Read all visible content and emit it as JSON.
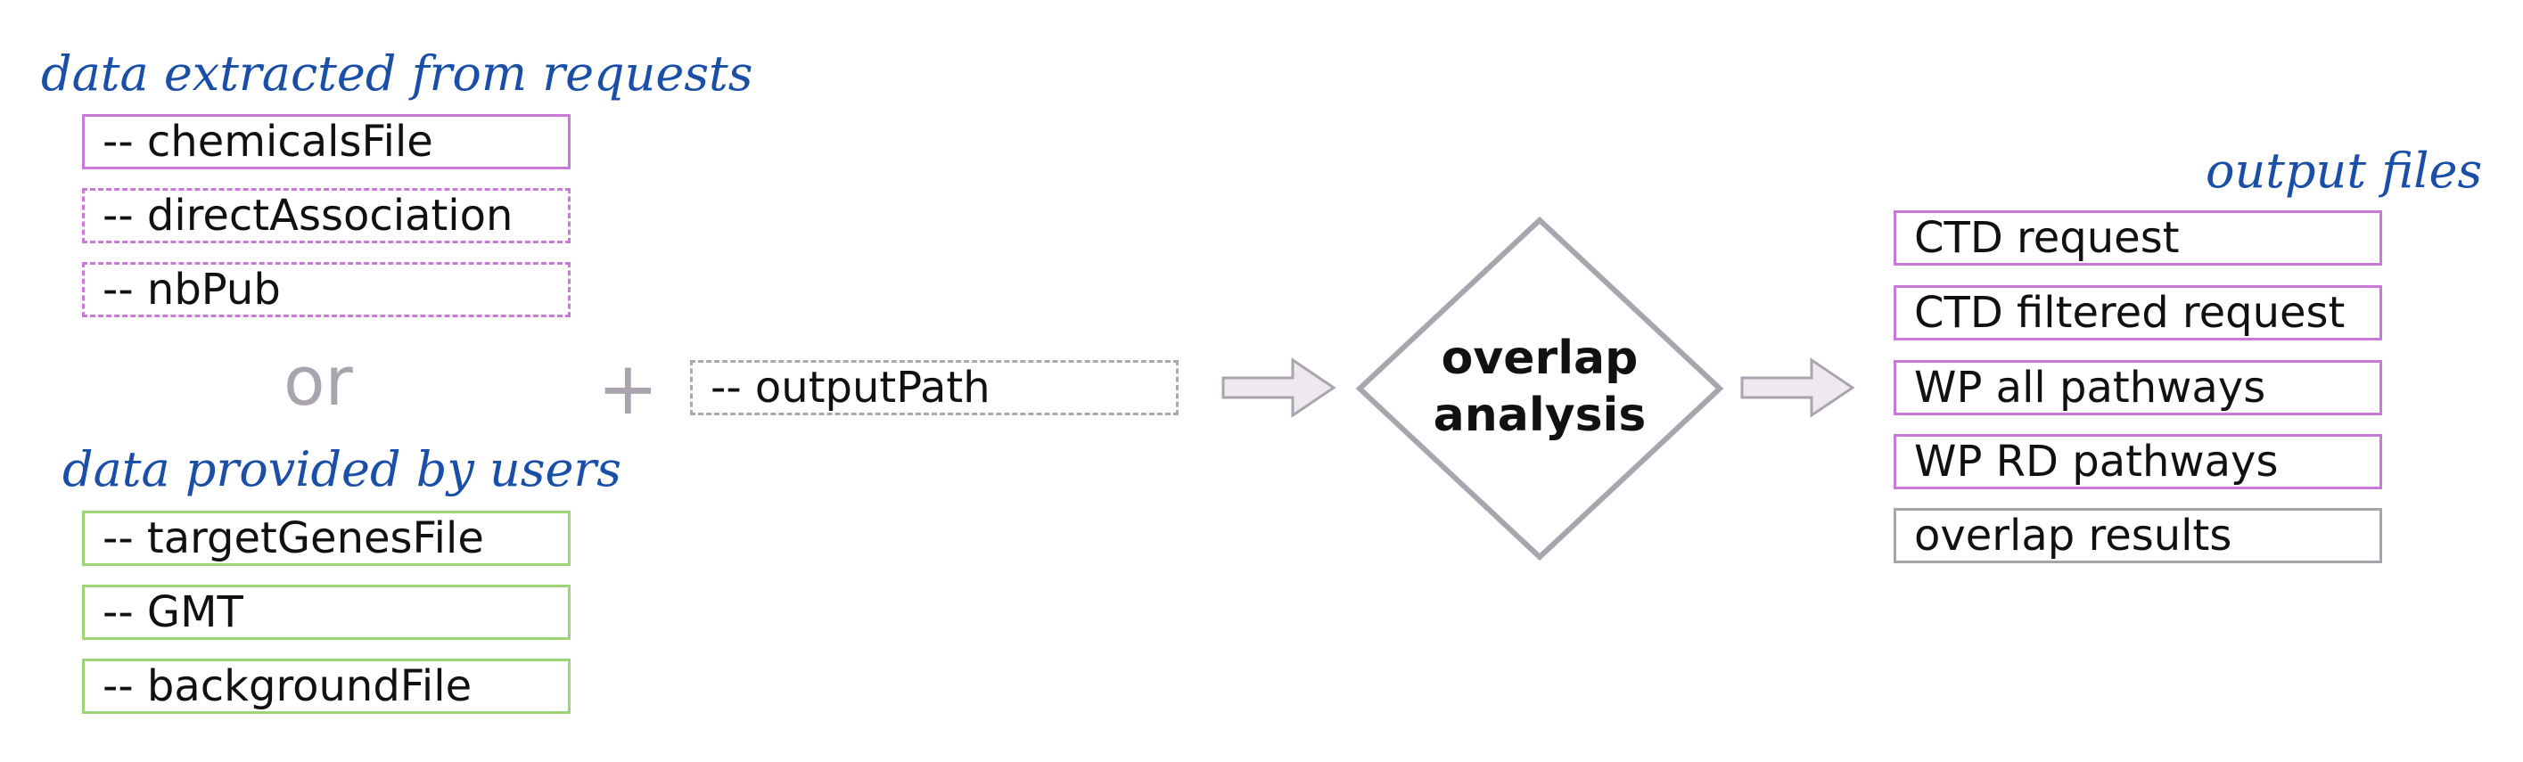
{
  "inputs": {
    "requests_heading": "data extracted from requests",
    "requests_items": [
      "-- chemicalsFile",
      "-- directAssociation",
      "-- nbPub"
    ],
    "or_label": "or",
    "users_heading": "data provided by users",
    "users_items": [
      "-- targetGenesFile",
      "-- GMT",
      "-- backgroundFile"
    ]
  },
  "plus_label": "+",
  "output_path": "-- outputPath",
  "process": {
    "line1": "overlap",
    "line2": "analysis"
  },
  "outputs": {
    "heading": "output files",
    "items": [
      "CTD request",
      "CTD filtered request",
      "WP all pathways",
      "WP RD pathways",
      "overlap results"
    ]
  },
  "colors": {
    "heading": "#1a4fa8",
    "request_border": "#c97ad6",
    "user_border": "#9cd576",
    "neutral_border": "#a8a4ab",
    "arrow_fill": "#efe9ef"
  }
}
